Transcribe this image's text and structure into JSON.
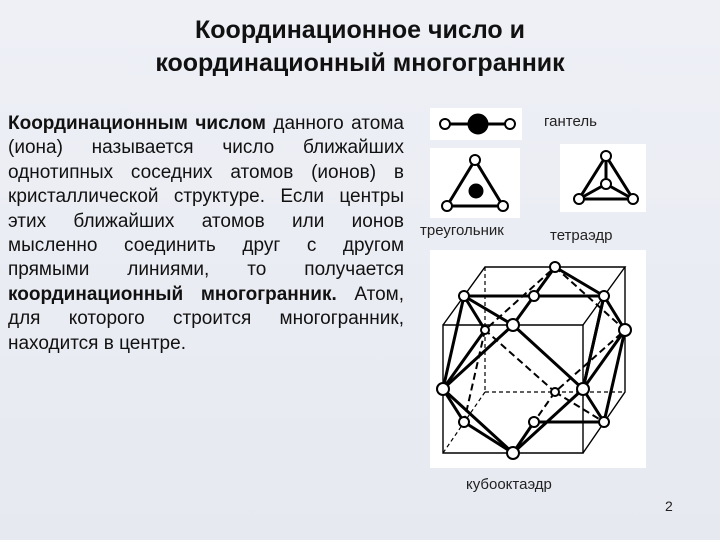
{
  "slide": {
    "title_line1": "Координационное число и",
    "title_line2": "координационный многогранник",
    "text": {
      "bold1": "Координационным числом",
      "part2": " данного атома (иона) называется число ближайших однотипных соседних атомов (ионов) в кристаллической структуре. Если центры этих ближайших атомов или ионов мысленно соединить друг с другом прямыми линиями, то получается ",
      "bold2": "координационный многогранник.",
      "part3": " Атом, для которого строится многогранник, находится в центре."
    },
    "labels": {
      "dumbbell": "гантель",
      "triangle": "треугольник",
      "tetrahedron": "тетраэдр",
      "cuboctahedron": "кубооктаэдр"
    },
    "page_number": "2"
  }
}
